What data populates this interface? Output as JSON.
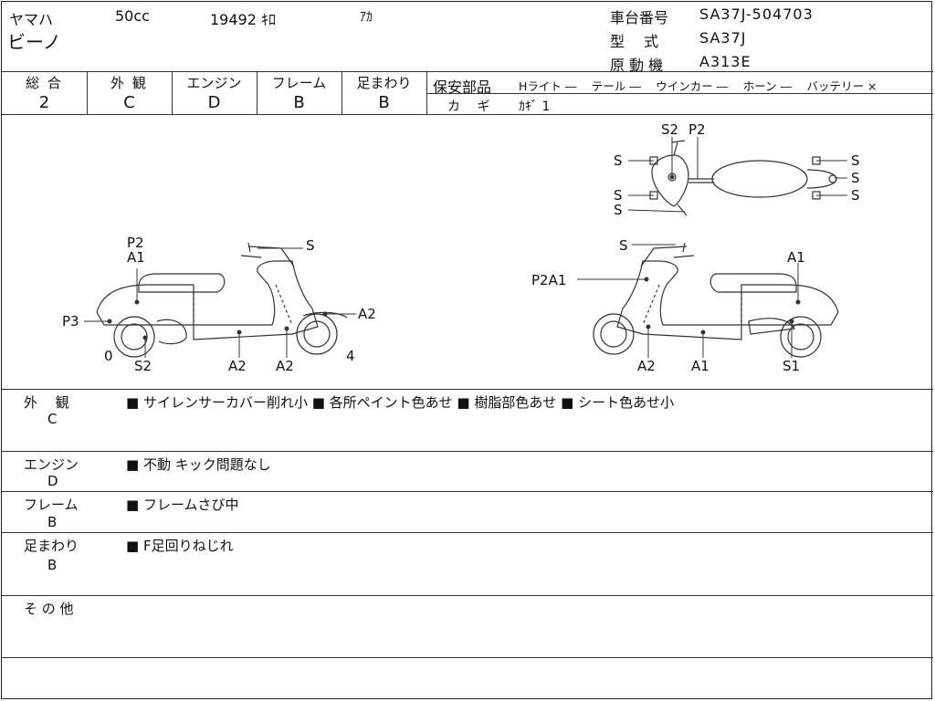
{
  "header": {
    "maker": "ヤマハ",
    "displacement": "50cc",
    "mileage": "19492 ｷﾛ",
    "color": "ｱｶ",
    "model_name": "ビーノ",
    "frame_no_label": "車台番号",
    "frame_no": "SA37J-504703",
    "model_code_label": "型　 式",
    "model_code": "SA37J",
    "engine_label": "原 動 機",
    "engine_code": "A313E"
  },
  "grades": [
    {
      "label": "総 合",
      "value": "2"
    },
    {
      "label": "外 観",
      "value": "C"
    },
    {
      "label": "エンジン",
      "value": "D"
    },
    {
      "label": "フレーム",
      "value": "B"
    },
    {
      "label": "足まわり",
      "value": "B"
    }
  ],
  "safety": {
    "label": "保安部品",
    "items": "Hライト ―　 テール ―　 ウインカー ―　 ホーン ―　 バッテリー ×",
    "key_label": "カ　 ギ",
    "key_value": "ｶｷﾞ 1"
  },
  "diagram": {
    "left_labels": [
      "P2",
      "A1",
      "P3",
      "0",
      "S2",
      "A2",
      "A2",
      "4",
      "S",
      "A2"
    ],
    "right_labels": [
      "S",
      "P2A1",
      "A1",
      "A2",
      "A1",
      "S1"
    ],
    "top_labels": [
      "S2",
      "P2",
      "S",
      "S",
      "S",
      "S",
      "S",
      "S"
    ]
  },
  "sections": [
    {
      "label": "外　 観",
      "grade": "C",
      "remarks": "■ サイレンサーカバー削れ小 ■ 各所ペイント色あせ ■ 樹脂部色あせ ■ シート色あせ小"
    },
    {
      "label": "エンジン",
      "grade": "D",
      "remarks": "■ 不動 キック問題なし"
    },
    {
      "label": "フレーム",
      "grade": "B",
      "remarks": "■ フレームさび中"
    },
    {
      "label": "足まわり",
      "grade": "B",
      "remarks": "■ F足回りねじれ"
    },
    {
      "label": "そ の 他",
      "grade": "",
      "remarks": ""
    }
  ]
}
